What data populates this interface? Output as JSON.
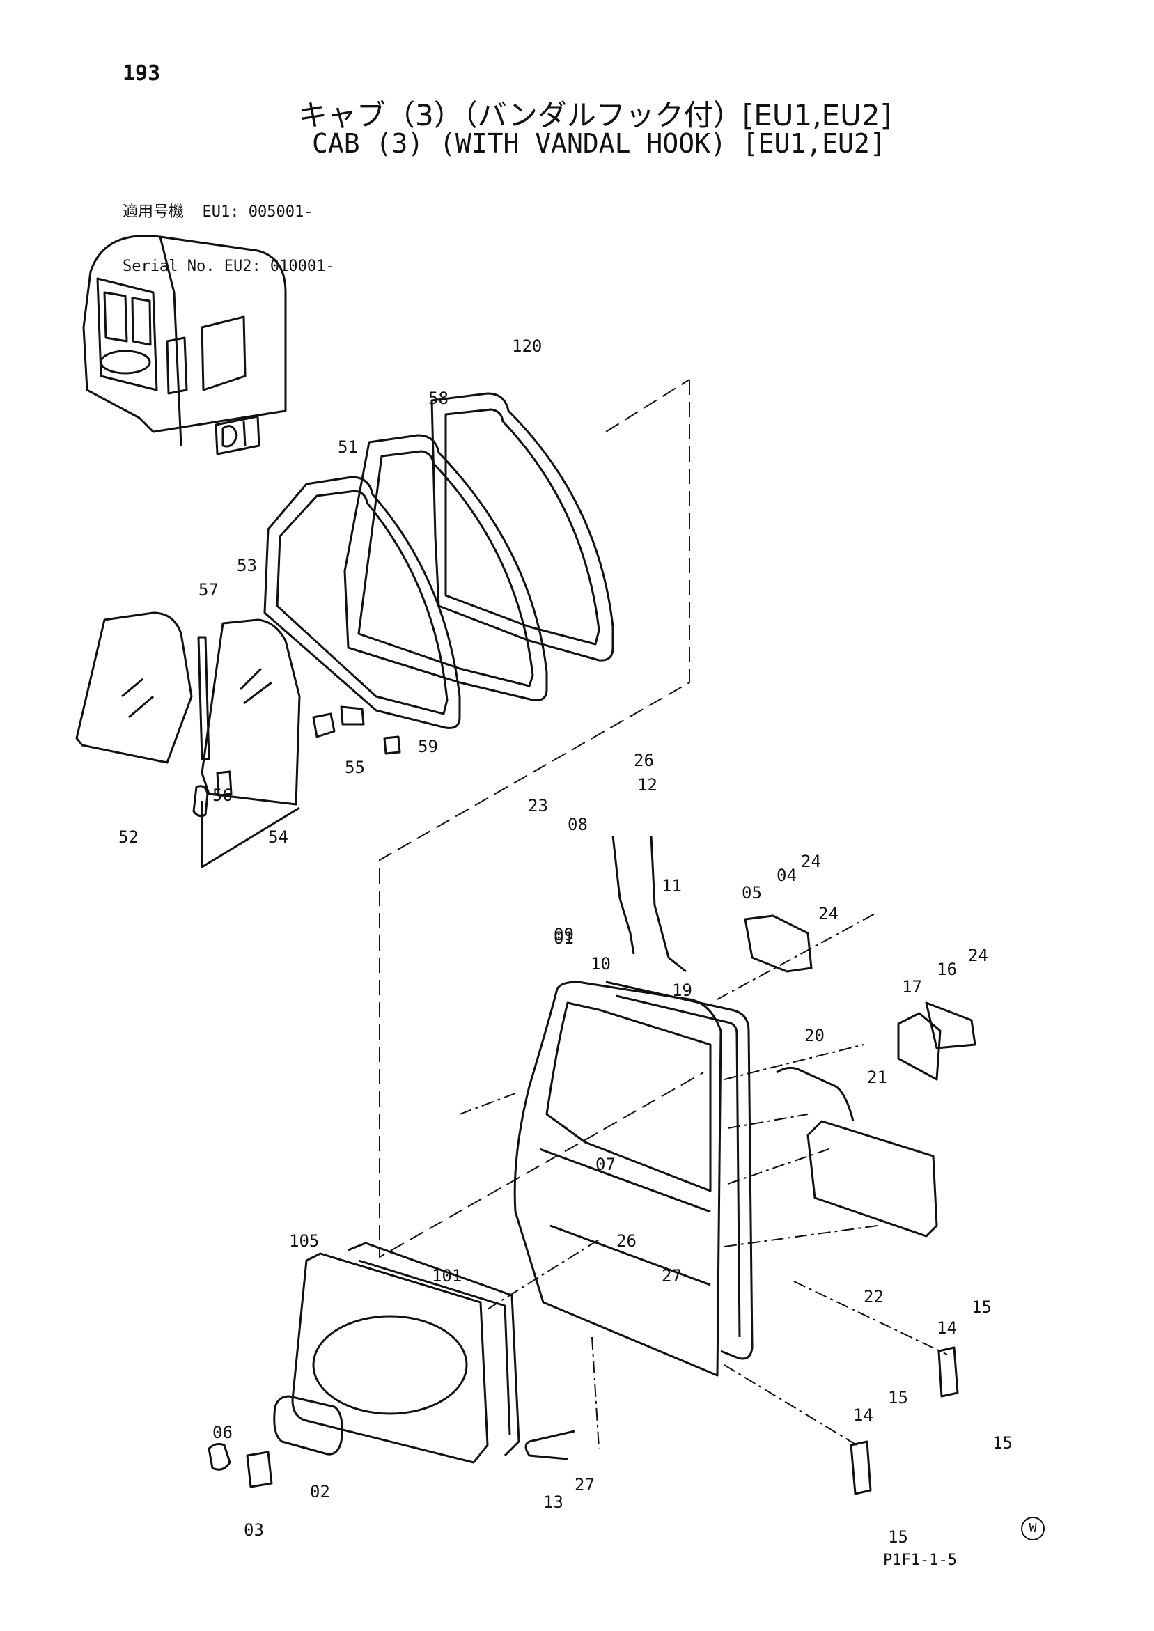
{
  "page_number": "193",
  "title_jp": "キャブ（3）（バンダルフック付）[EU1,EU2]",
  "title_en": "CAB (3) (WITH VANDAL HOOK) [EU1,EU2]",
  "serial": {
    "label_jp": "適用号機",
    "label_en": "Serial No.",
    "eu1": "EU1: 005001-",
    "eu2": "EU2: 010001-"
  },
  "footer_code": "P1F1-1-5",
  "mark": "W",
  "callouts": [
    "120",
    "58",
    "51",
    "53",
    "57",
    "52",
    "56",
    "54",
    "55",
    "59",
    "26",
    "12",
    "23",
    "08",
    "11",
    "09",
    "10",
    "01",
    "19",
    "04",
    "24",
    "05",
    "24",
    "24",
    "16",
    "17",
    "20",
    "21",
    "07",
    "26",
    "27",
    "22",
    "105",
    "101",
    "15",
    "14",
    "15",
    "15",
    "14",
    "15",
    "06",
    "02",
    "03",
    "13",
    "27"
  ]
}
